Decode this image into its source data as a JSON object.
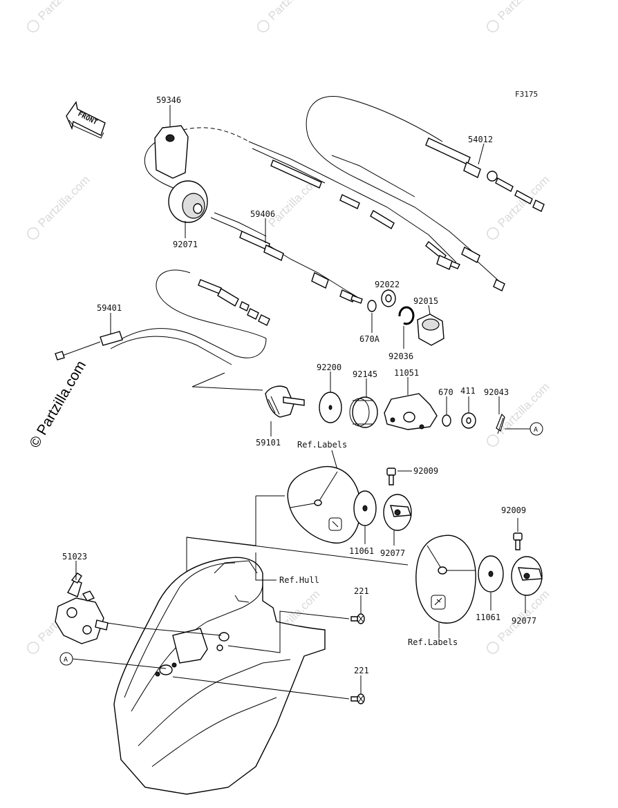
{
  "figure_code": "F3175",
  "front_label": "FRONT",
  "watermark": "Partzilla.com",
  "copyright": "© Partzilla.com",
  "callouts": {
    "c59346": "59346",
    "c92071": "92071",
    "c59406": "59406",
    "c54012": "54012",
    "c59401": "59401",
    "c92022": "92022",
    "c92015": "92015",
    "c670A": "670A",
    "c92036": "92036",
    "c92200": "92200",
    "c92145": "92145",
    "c11051": "11051",
    "c670": "670",
    "c411": "411",
    "c92043": "92043",
    "c59101": "59101",
    "cRefLabels1": "Ref.Labels",
    "c92009a": "92009",
    "c11061a": "11061",
    "c92077a": "92077",
    "c92009b": "92009",
    "c11061b": "11061",
    "c92077b": "92077",
    "cRefLabels2": "Ref.Labels",
    "c51023": "51023",
    "cRefHull": "Ref.Hull",
    "c221a": "221",
    "c221b": "221",
    "markerA1": "A",
    "markerA2": "A"
  }
}
